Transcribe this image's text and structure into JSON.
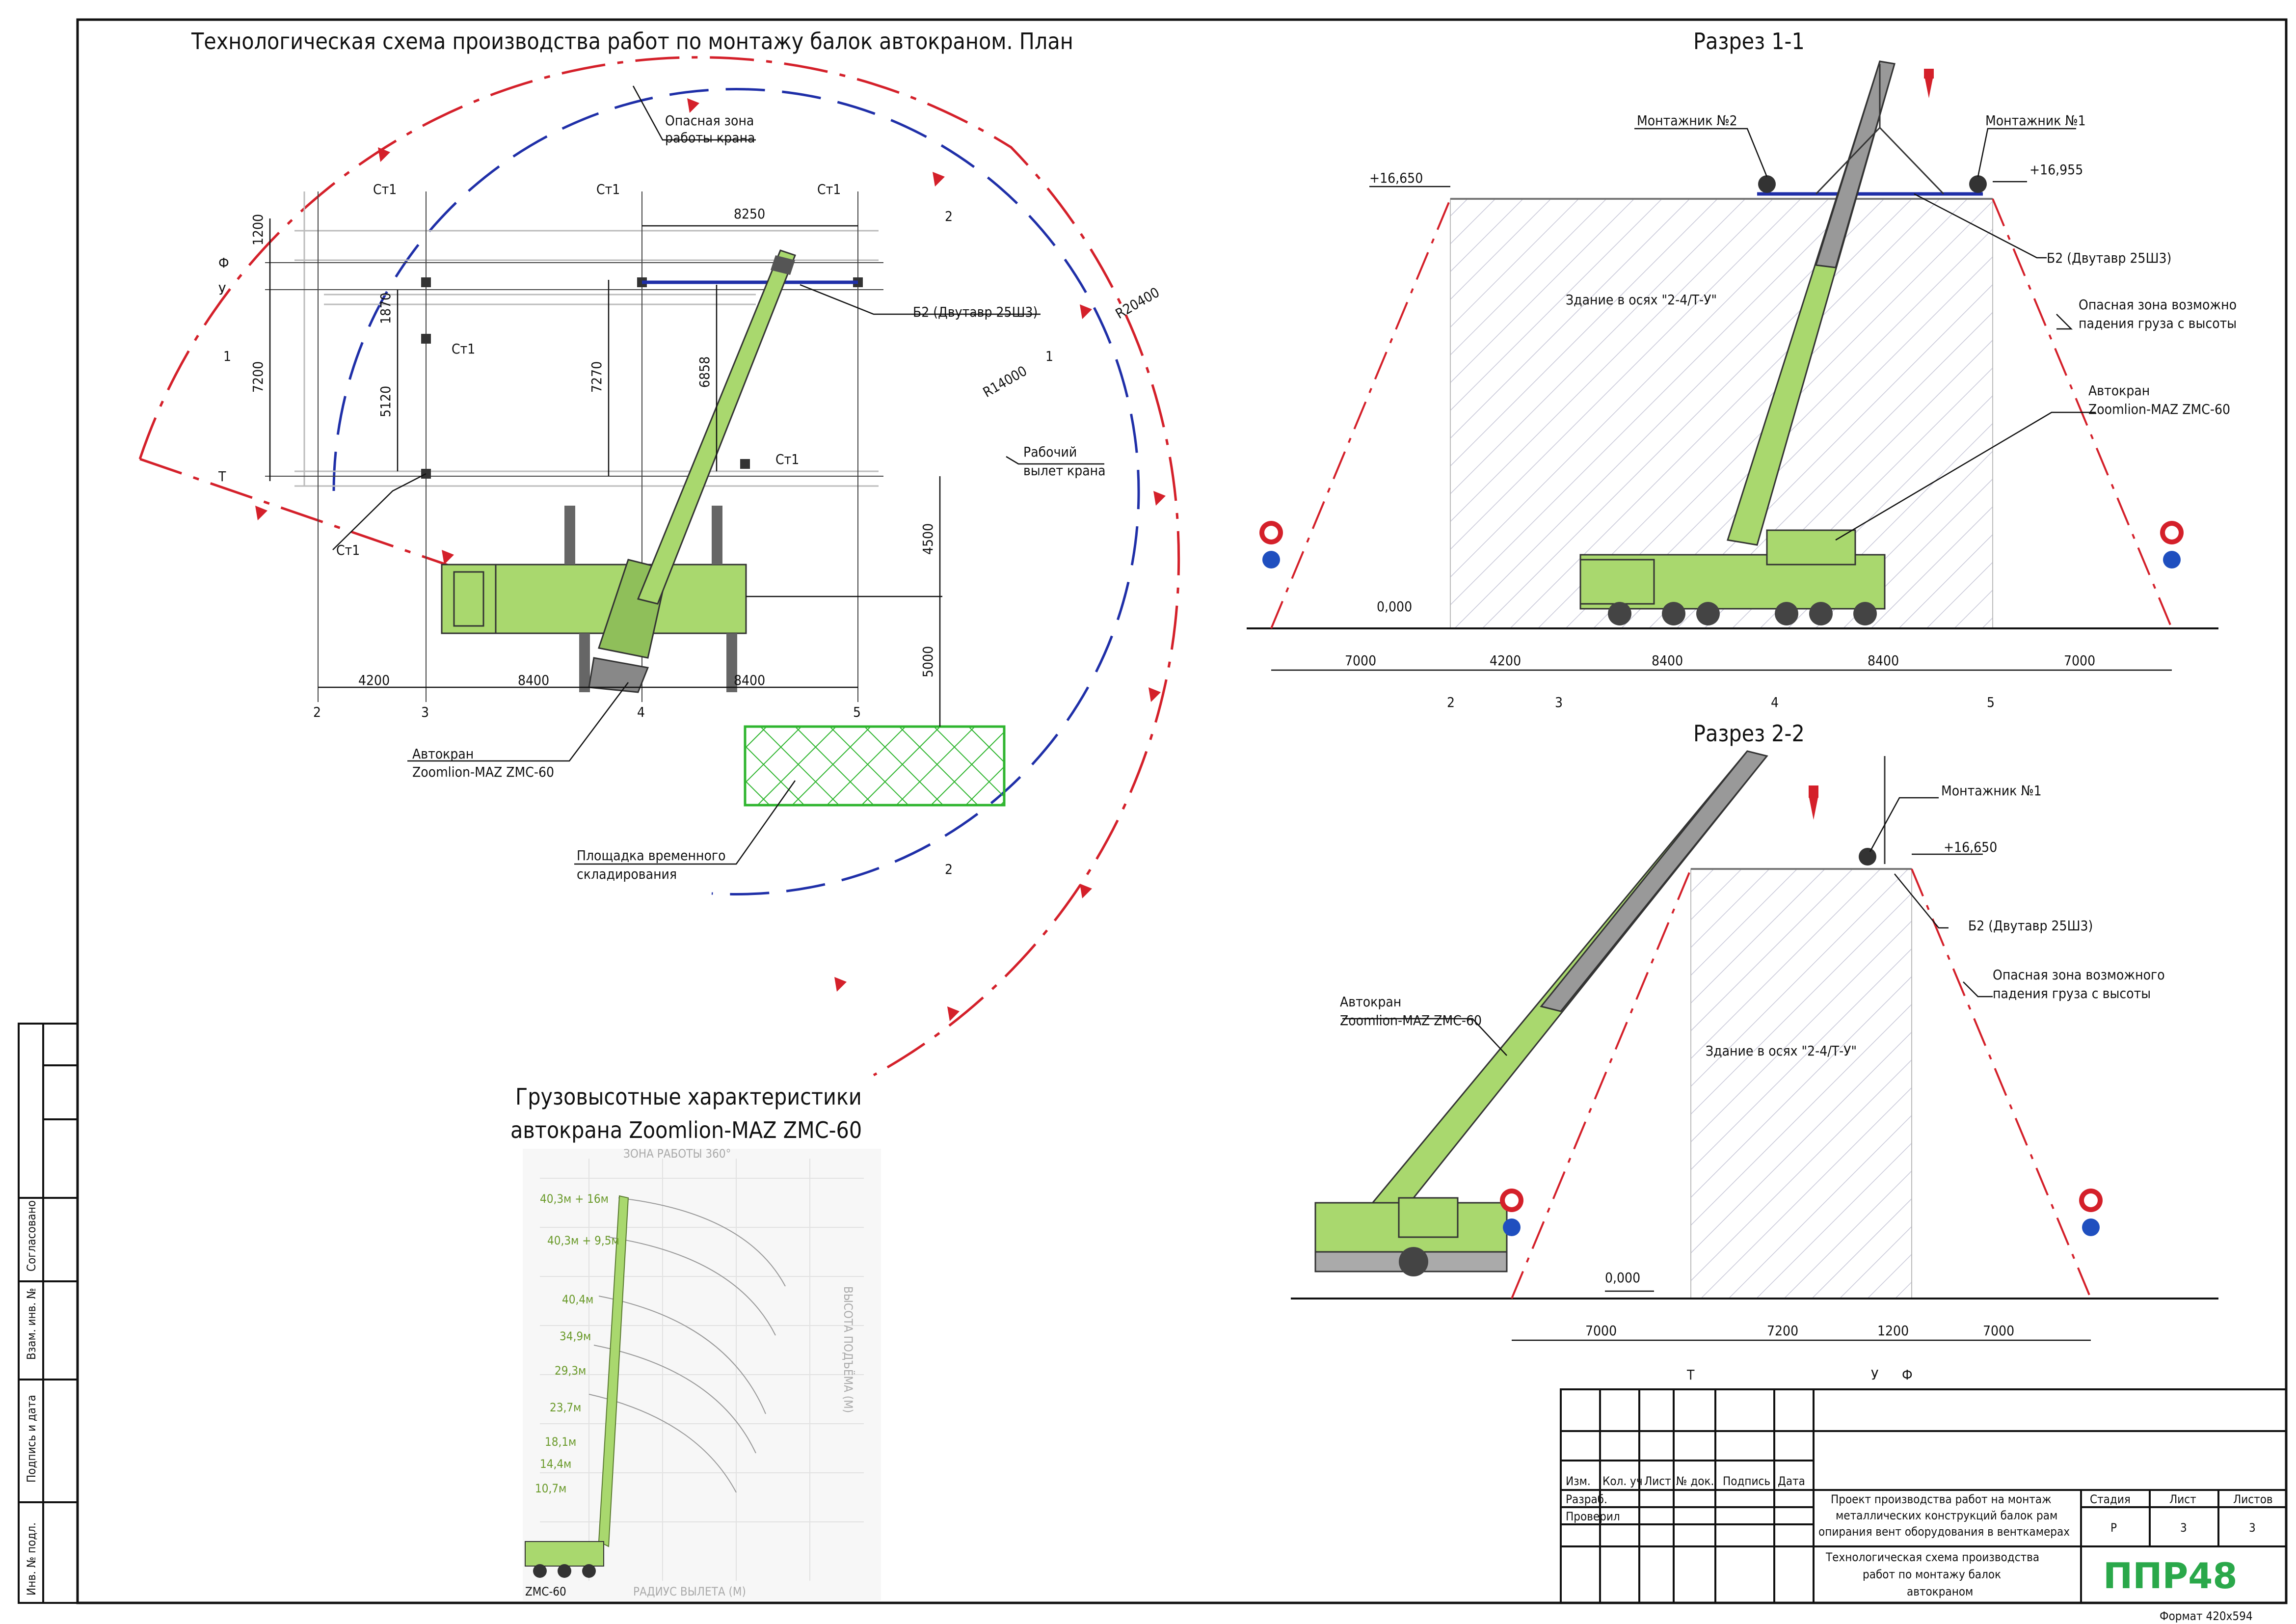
{
  "plan": {
    "title": "Технологическая схема производства работ по монтажу балок автокраном. План",
    "labels": {
      "danger_zone": [
        "Опасная зона",
        "работы крана"
      ],
      "working_reach": [
        "Рабочий",
        "вылет крана"
      ],
      "beam": "Б2 (Двутавр 25Ш3)",
      "crane": [
        "Автокран",
        "Zoomlion-MAZ ZMC-60"
      ],
      "storage": [
        "Площадка временного",
        "складирования"
      ],
      "column": "Ст1",
      "radius_inner": "R14000",
      "radius_outer": "R20400"
    },
    "dims_x": [
      "4200",
      "8400",
      "8400"
    ],
    "dims_top": "8250",
    "dims_v": [
      "1200",
      "7200",
      "1870",
      "5120",
      "7270",
      "6858",
      "4500",
      "5000"
    ],
    "axes_x": [
      "2",
      "3",
      "4",
      "5"
    ],
    "axes_y": [
      "Ф",
      "У",
      "Т"
    ],
    "section_marks": [
      "1",
      "1",
      "2",
      "2"
    ]
  },
  "section1": {
    "title": "Разрез 1-1",
    "worker1": "Монтажник №1",
    "worker2": "Монтажник №2",
    "elev_left": "+16,650",
    "elev_right": "+16,955",
    "elev_ground": "0,000",
    "building": "Здание в осях \"2-4/Т-У\"",
    "beam": "Б2 (Двутавр 25Ш3)",
    "danger": [
      "Опасная зона возможно",
      "падения груза с высоты"
    ],
    "crane": [
      "Автокран",
      "Zoomlion-MAZ ZMC-60"
    ],
    "dims": [
      "7000",
      "4200",
      "8400",
      "8400",
      "7000"
    ],
    "axes": [
      "2",
      "3",
      "4",
      "5"
    ]
  },
  "section2": {
    "title": "Разрез 2-2",
    "worker1": "Монтажник №1",
    "elev_top": "+16,650",
    "elev_ground": "0,000",
    "building": "Здание в осях \"2-4/Т-У\"",
    "beam": "Б2 (Двутавр 25Ш3)",
    "danger": [
      "Опасная зона возможного",
      "падения груза с высоты"
    ],
    "crane": [
      "Автокран",
      "Zoomlion-MAZ ZMC-60"
    ],
    "dims": [
      "7000",
      "7200",
      "1200",
      "7000"
    ],
    "axes": [
      "Т",
      "У",
      "Ф"
    ]
  },
  "load_chart": {
    "title": [
      "Грузовысотные характеристики",
      "автокрана Zoomlion-MAZ ZMC-60"
    ],
    "zone": "ЗОНА РАБОТЫ 360°",
    "boom_labels": [
      "40,3м + 16м",
      "40,3м + 9,5м",
      "40,4м",
      "34,9м",
      "29,3м",
      "23,7м",
      "18,1м",
      "14,4м",
      "10,7м"
    ],
    "yaxis": "ВЫСОТА ПОДЪЁМА (М)",
    "xaxis": "РАДИУС ВЫЛЕТА (М)",
    "model": "ZMC-60"
  },
  "side_stamp": [
    "Согласовано",
    "Взам. инв. №",
    "Подпись и дата",
    "Инв. № подл."
  ],
  "title_block": {
    "headers": [
      "Изм.",
      "Кол. уч",
      "Лист",
      "№ док.",
      "Подпись",
      "Дата"
    ],
    "roles": [
      "Разраб.",
      "Проверил"
    ],
    "project": [
      "Проект производства работ на монтаж",
      "металлических конструкций балок рам",
      "опирания вент оборудования в венткамерах"
    ],
    "sheet_title": [
      "Технологическая схема производства",
      "работ по монтажу балок",
      "автокраном"
    ],
    "stage_h": "Стадия",
    "sheet_h": "Лист",
    "sheets_h": "Листов",
    "stage": "Р",
    "sheet": "3",
    "sheets": "3",
    "logo": "ППР48",
    "format": "Формат 420х594"
  },
  "colors": {
    "danger": "#d4202a",
    "reach": "#1f2fa8",
    "crane": "#a9d86e",
    "storage": "#2fb52f"
  }
}
